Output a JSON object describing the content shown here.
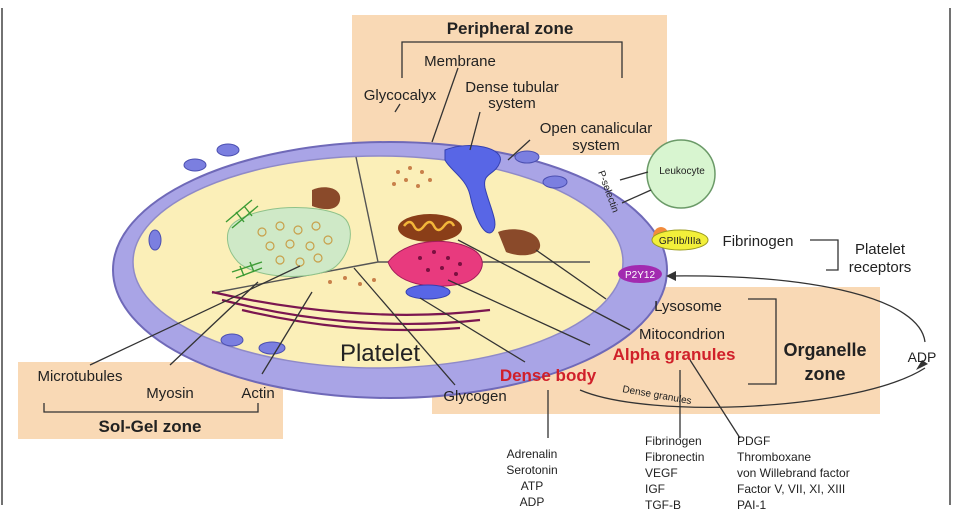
{
  "zones": {
    "peripheral": "Peripheral zone",
    "solgel": "Sol-Gel zone",
    "organelle_line1": "Organelle",
    "organelle_line2": "zone"
  },
  "labels": {
    "membrane": "Membrane",
    "glycocalyx": "Glycocalyx",
    "dense_tubular_1": "Dense tubular",
    "dense_tubular_2": "system",
    "open_canalicular_1": "Open canalicular",
    "open_canalicular_2": "system",
    "leukocyte": "Leukocyte",
    "p_selectin": "P-selectin",
    "gpiib": "GPIIb/IIIa",
    "p2y12": "P2Y12",
    "fibrinogen": "Fibrinogen",
    "platelet_receptors_1": "Platelet",
    "platelet_receptors_2": "receptors",
    "lysosome": "Lysosome",
    "mitocondrion": "Mitocondrion",
    "alpha_granules": "Alpha granules",
    "dense_body": "Dense body",
    "dense_granules": "Dense granules",
    "adp": "ADP",
    "platelet": "Platelet",
    "microtubules": "Microtubules",
    "myosin": "Myosin",
    "actin": "Actin",
    "glycogen": "Glycogen"
  },
  "dense_body_contents": [
    "Adrenalin",
    "Serotonin",
    "ATP",
    "ADP"
  ],
  "alpha_contents_left": [
    "Fibrinogen",
    "Fibronectin",
    "VEGF",
    "IGF",
    "TGF-B"
  ],
  "alpha_contents_right": [
    "PDGF",
    "Thromboxane",
    "von Willebrand factor",
    "Factor V, VII, XI, XIII",
    "PAI-1"
  ],
  "colors": {
    "zone_fill": "#f9d9b5",
    "membrane": "#a9a4e6",
    "cytoplasm": "#fbefb8",
    "accent_red": "#d0202a"
  }
}
